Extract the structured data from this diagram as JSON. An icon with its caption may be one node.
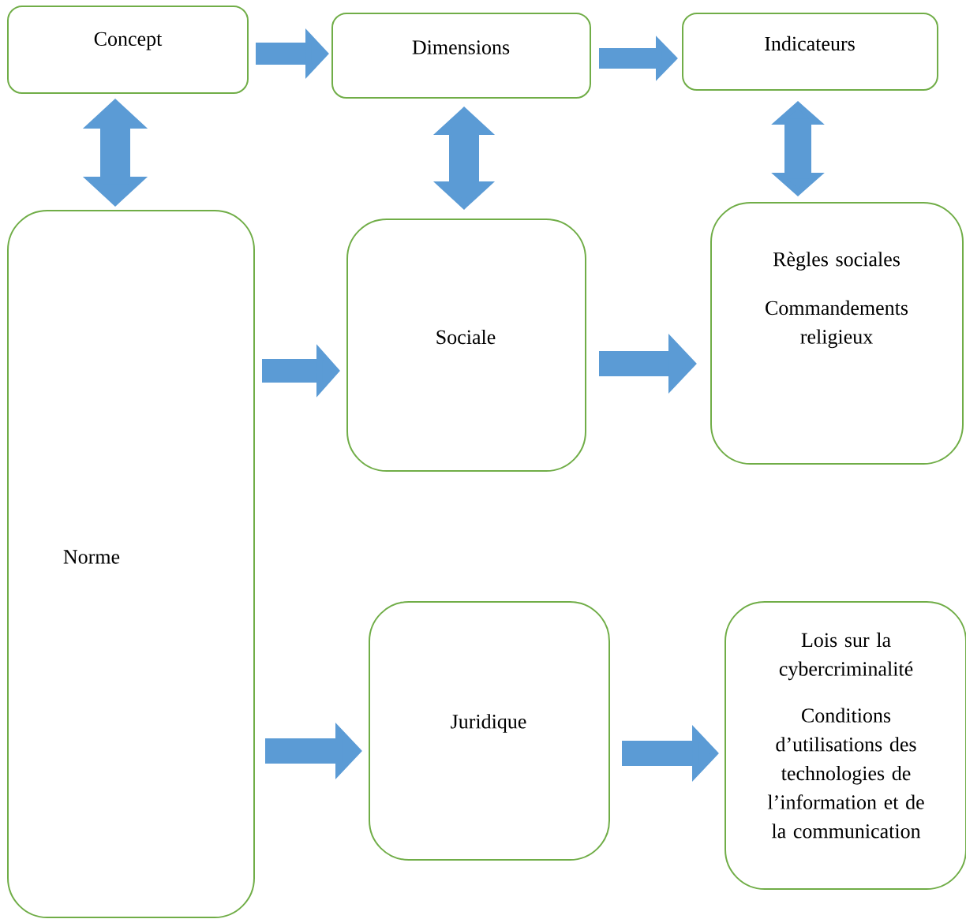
{
  "diagram": {
    "nodes": [
      {
        "text": [
          "Concept"
        ]
      },
      {
        "text": [
          "Dimensions"
        ]
      },
      {
        "text": [
          "Indicateurs"
        ]
      },
      {
        "text": [
          "Norme"
        ]
      },
      {
        "text": [
          "Sociale"
        ]
      },
      {
        "text": [
          "Règles sociales",
          "Commandements religieux"
        ]
      },
      {
        "text": [
          "Juridique"
        ]
      },
      {
        "text": [
          "Lois sur la cybercriminalité",
          "Conditions d’utilisations des technologies de l’information et de la communication"
        ]
      }
    ],
    "edges": [
      {
        "from": 0,
        "to": 1,
        "arrow": "to"
      },
      {
        "from": 1,
        "to": 2,
        "arrow": "to"
      },
      {
        "from": 0,
        "to": 3,
        "arrow": "both"
      },
      {
        "from": 1,
        "to": 4,
        "arrow": "both"
      },
      {
        "from": 2,
        "to": 5,
        "arrow": "both"
      },
      {
        "from": 3,
        "to": 4,
        "arrow": "to"
      },
      {
        "from": 4,
        "to": 5,
        "arrow": "to"
      },
      {
        "from": 3,
        "to": 6,
        "arrow": "to"
      },
      {
        "from": 6,
        "to": 7,
        "arrow": "to"
      }
    ]
  }
}
